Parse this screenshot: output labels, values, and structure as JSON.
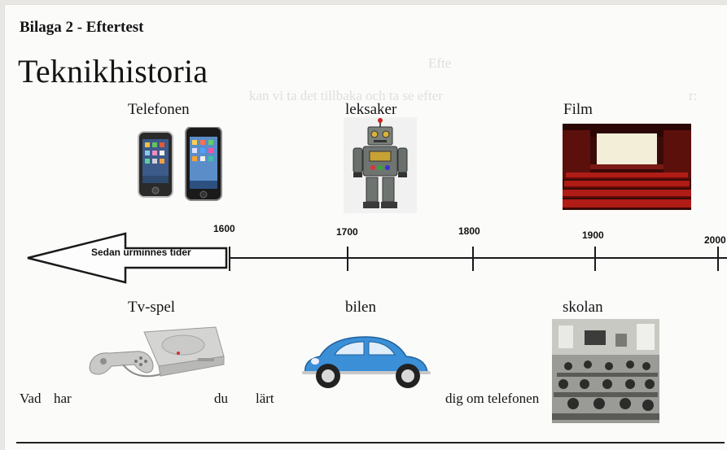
{
  "header": {
    "appendix_label": "Bilaga 2 - Eftertest",
    "title": "Teknikhistoria"
  },
  "timeline": {
    "arrow_label": "Sedan urminnes tider",
    "years": [
      "1600",
      "1700",
      "1800",
      "1900",
      "2000"
    ]
  },
  "top_items": {
    "phone": "Telefonen",
    "toys": "leksaker",
    "film": "Film"
  },
  "bottom_items": {
    "games": "Tv-spel",
    "car": "bilen",
    "school": "skolan"
  },
  "question": {
    "word1": "Vad",
    "word2": "har",
    "word3": "du",
    "word4": "lärt",
    "word5": "dig om telefonen"
  },
  "colors": {
    "car": "#3a8fd6",
    "cinema_seats": "#a11a14",
    "screen": "#f2eed8"
  }
}
